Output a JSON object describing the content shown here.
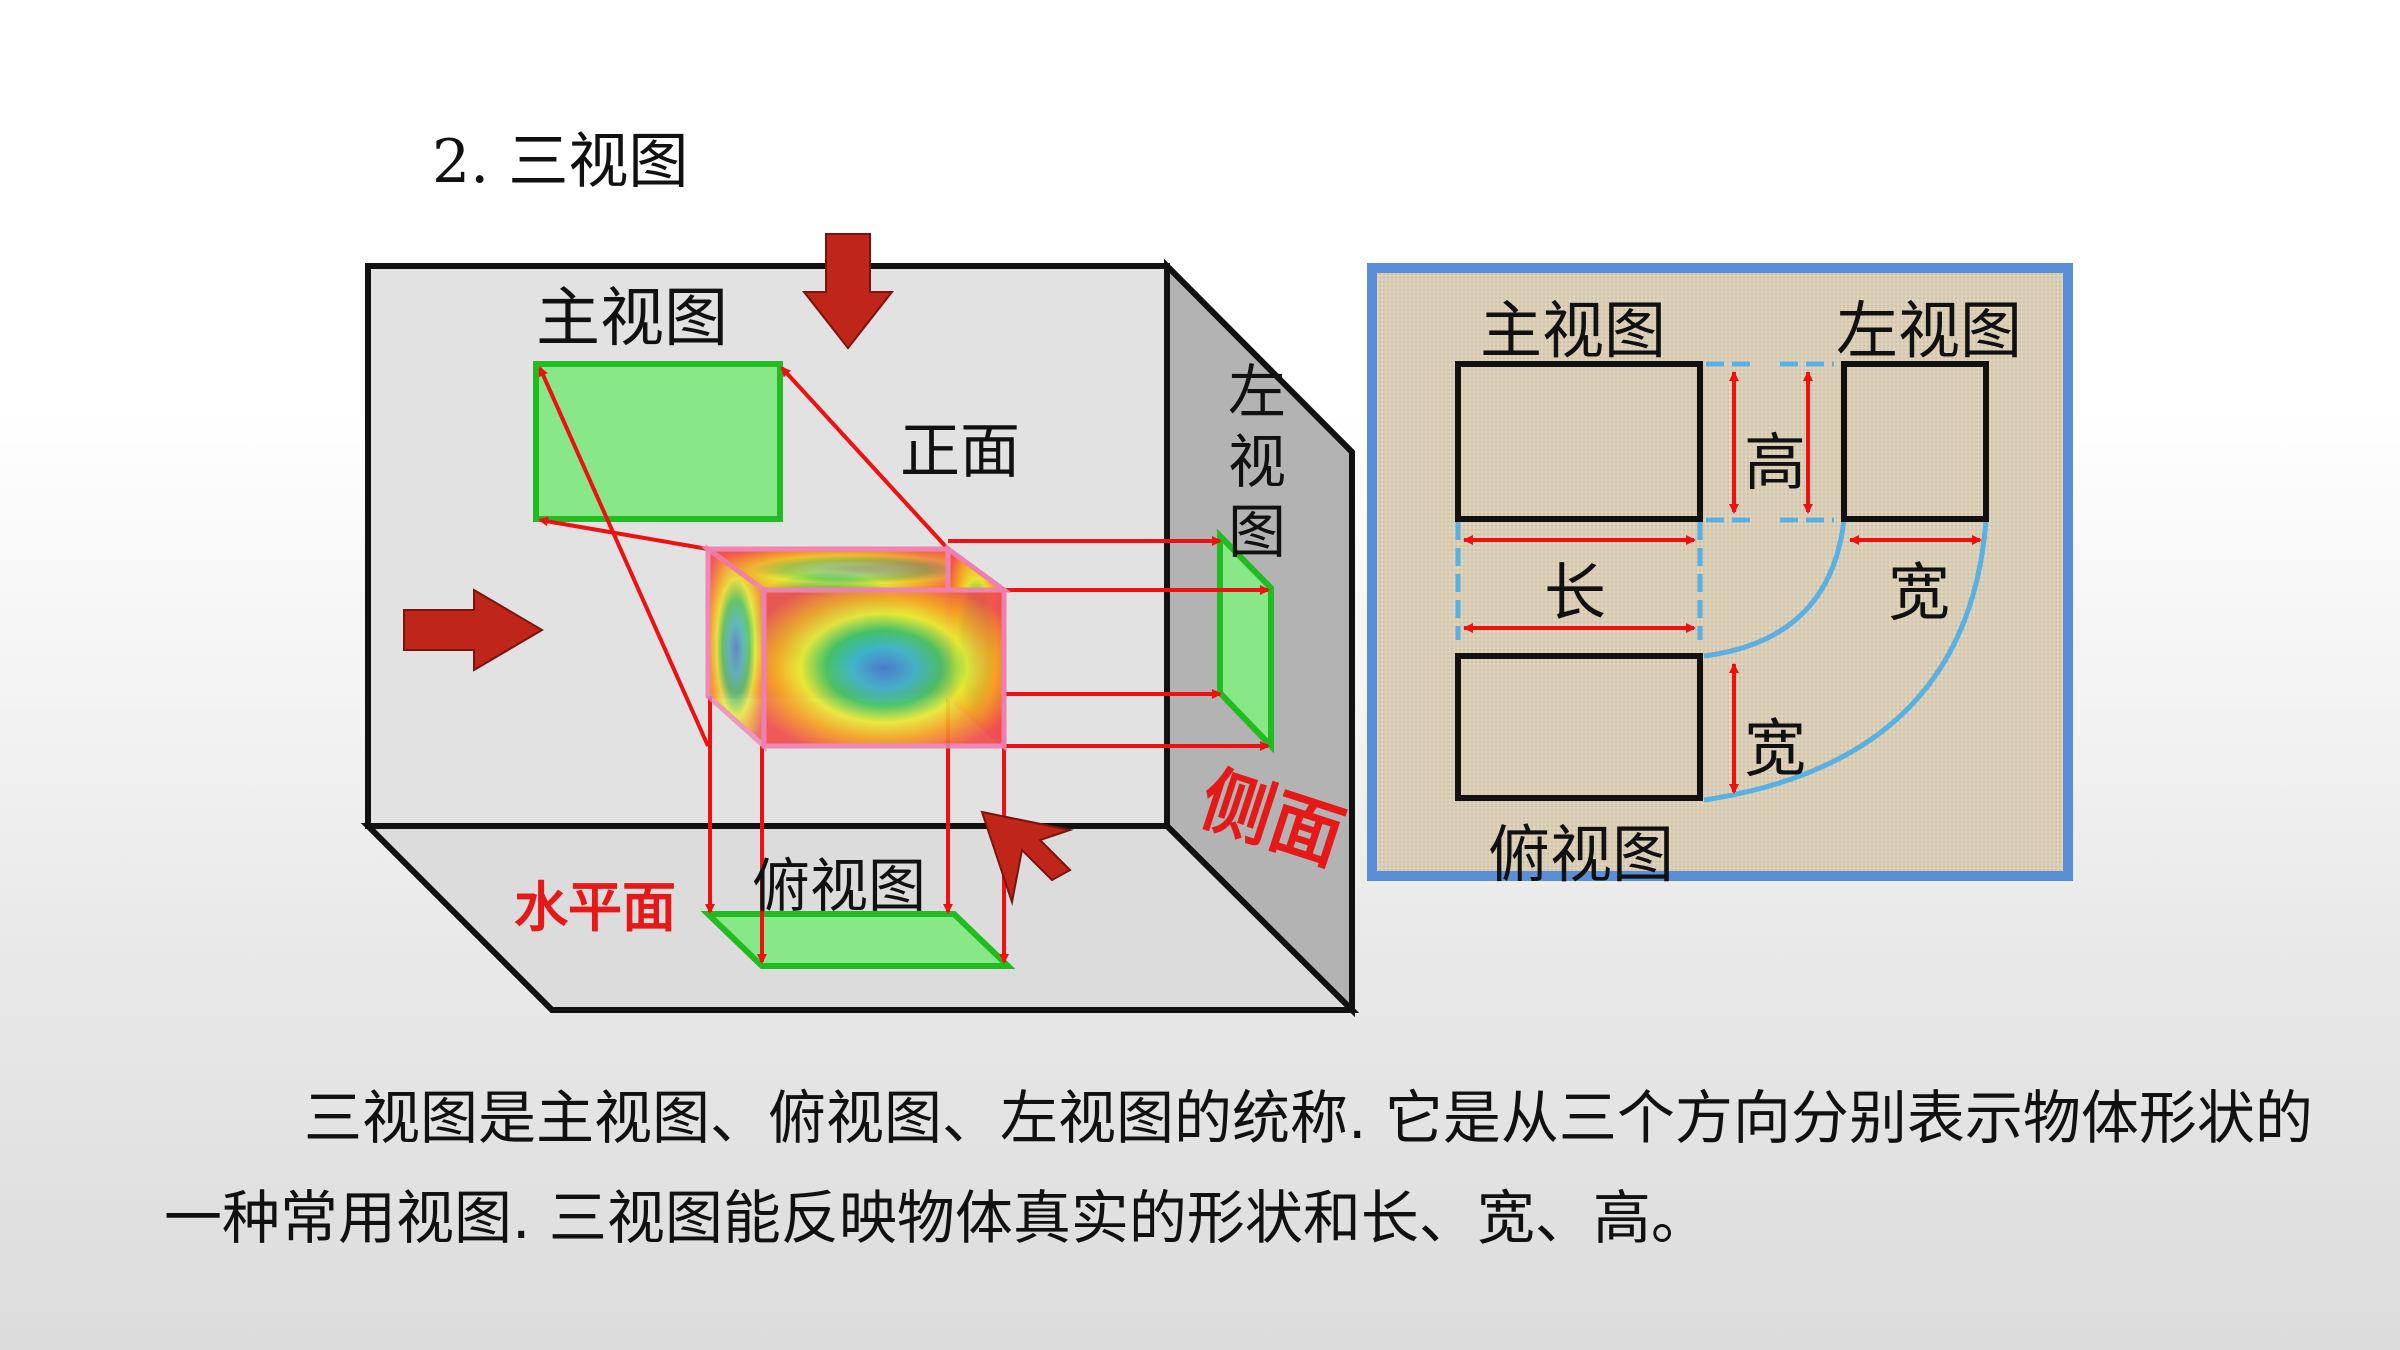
{
  "title": "2. 三视图",
  "left_diagram": {
    "front_view_label": "主视图",
    "front_face_label": "正面",
    "left_view_label_chars": [
      "左",
      "视",
      "图"
    ],
    "top_view_label": "俯视图",
    "horizontal_plane_label": "水平面",
    "side_plane_label": "侧面"
  },
  "right_diagram": {
    "front_view_label": "主视图",
    "left_view_label": "左视图",
    "top_view_label": "俯视图",
    "height_label": "高",
    "length_label": "长",
    "width_label_right": "宽",
    "width_label_bottom": "宽"
  },
  "body_paragraph": "三视图是主视图、俯视图、左视图的统称. 它是从三个方向分别表示物体形状的一种常用视图. 三视图能反映物体真实的形状和长、宽、高。",
  "colors": {
    "projection_arrow": "#ee1111",
    "view_fill": "#88e888",
    "view_stroke": "#22bb22",
    "direction_arrow": "#c0251a",
    "panel_border": "#5a8fd8",
    "panel_bg": "#d9cdb6",
    "guide_line": "#5ab0e0",
    "plane_label": "#e61919"
  }
}
